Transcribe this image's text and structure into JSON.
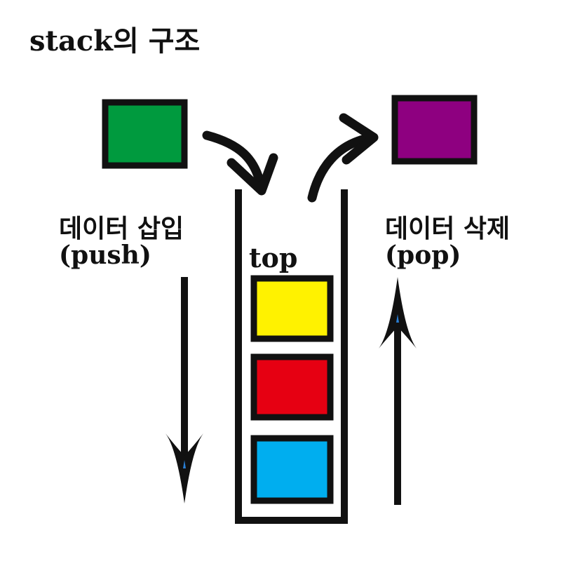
{
  "title": "stack의 구조",
  "push_label": "데이터 삽입",
  "push_sub": "(push)",
  "pop_label": "데이터 삭제",
  "pop_sub": "(pop)",
  "top_label": "top",
  "colors": {
    "push_block": "#009a3e",
    "pop_block": "#8e0080",
    "stack_top": "#fff200",
    "stack_middle": "#e60012",
    "stack_bottom": "#00aeef",
    "outline": "#111111"
  }
}
